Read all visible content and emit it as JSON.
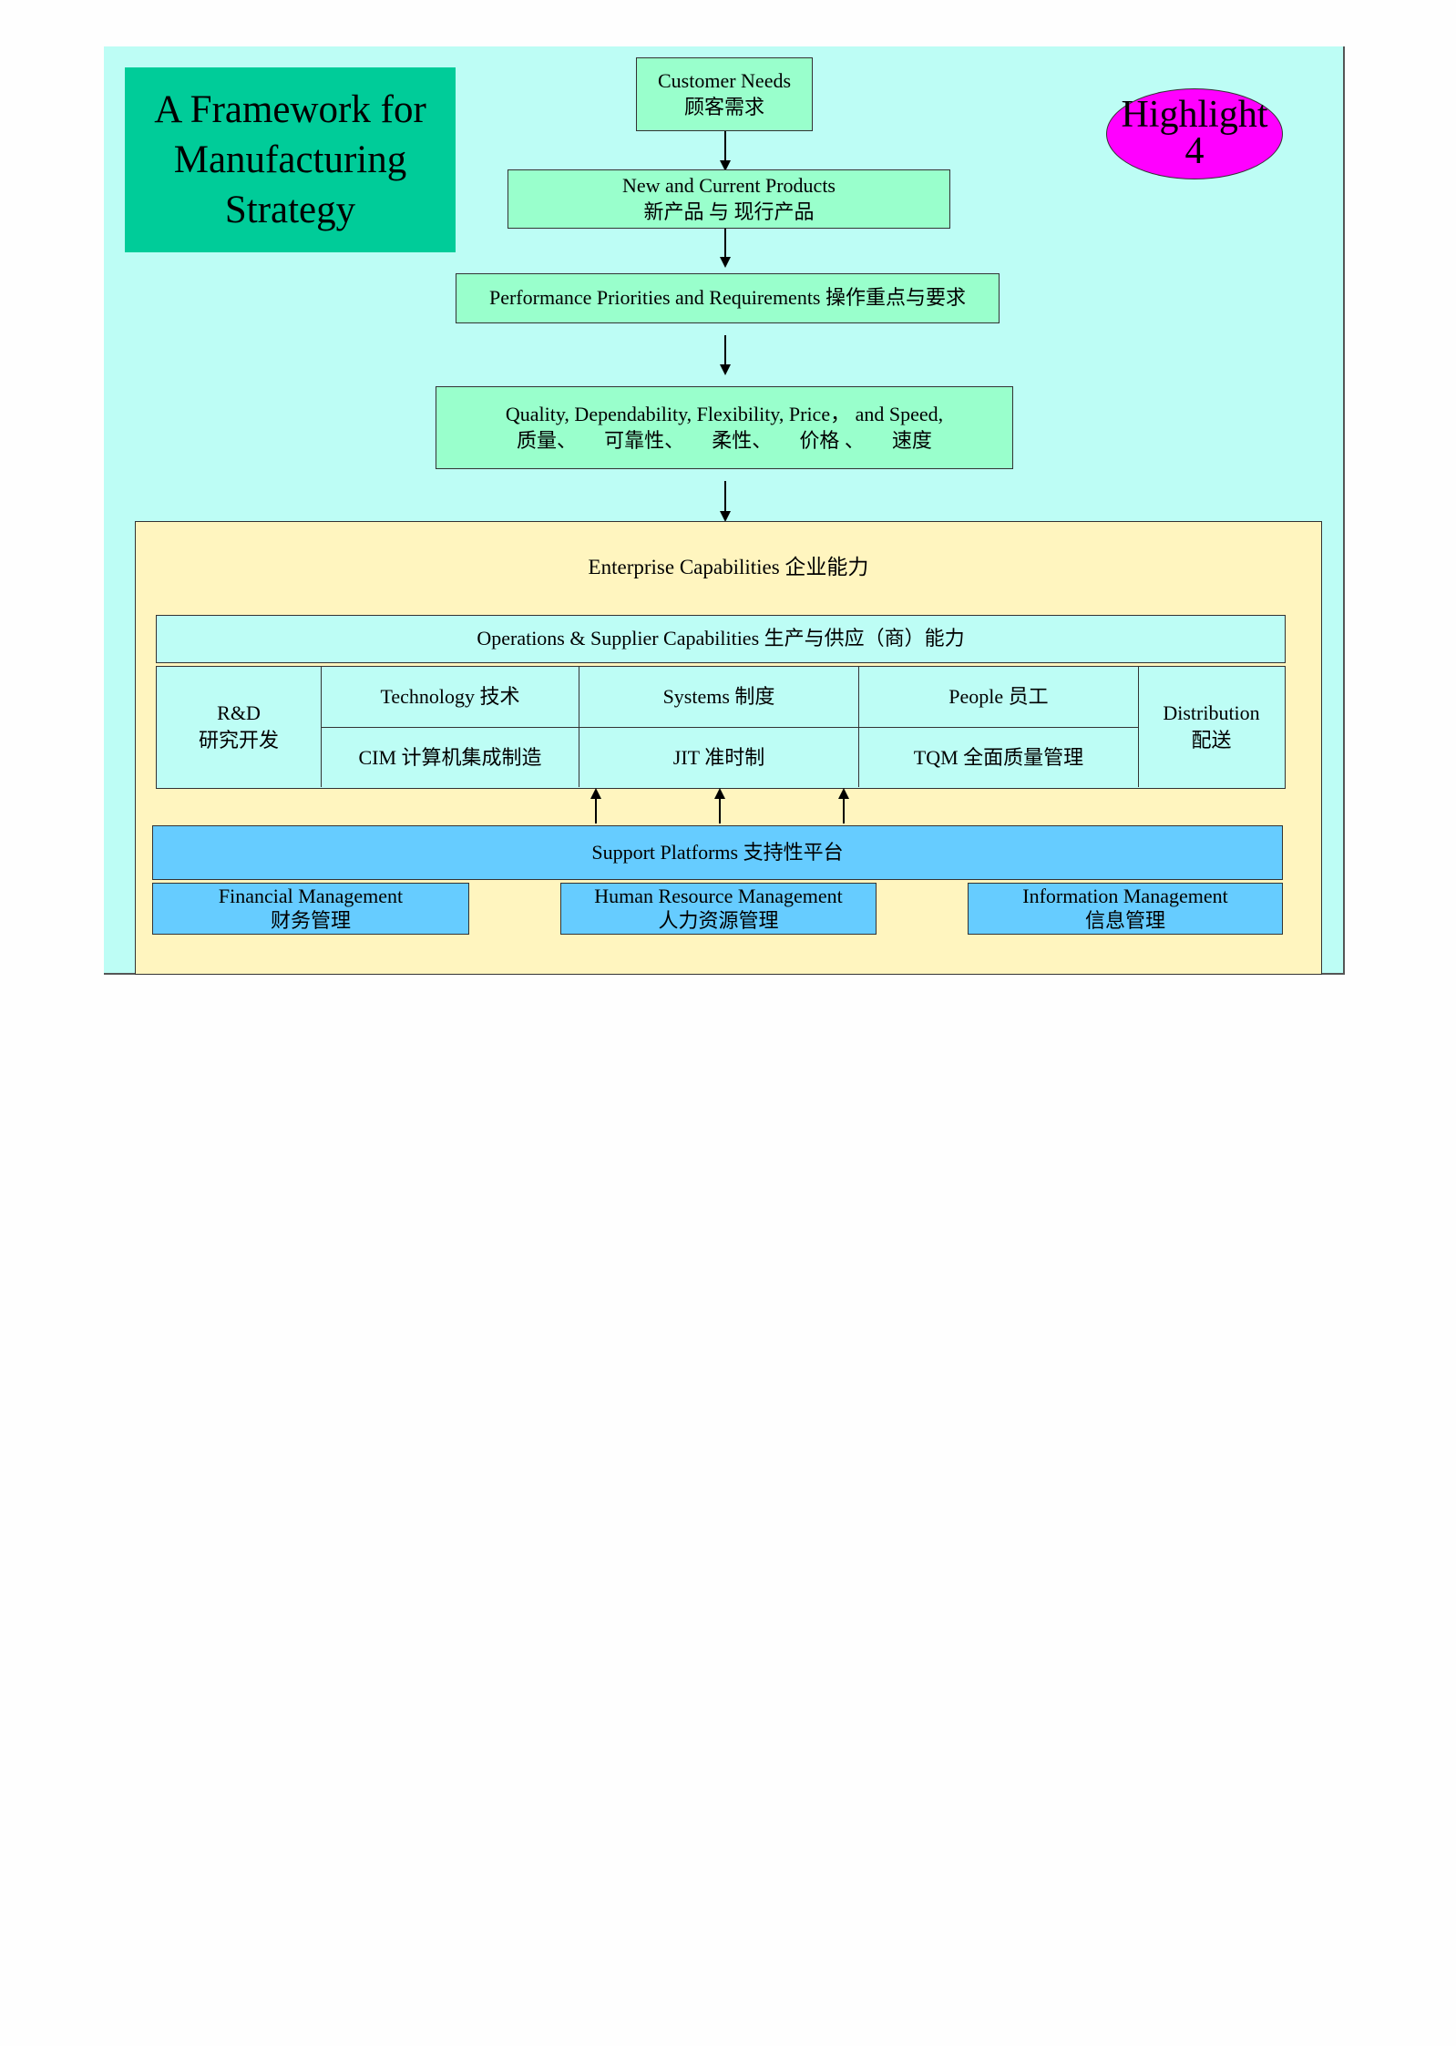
{
  "title": "A Framework for Manufacturing Strategy",
  "title_lines": [
    "A Framework for",
    "Manufacturing",
    "Strategy"
  ],
  "highlight": {
    "label": "Highlight",
    "number": "4"
  },
  "flow": {
    "customer_needs": {
      "en": "Customer Needs",
      "zh": "顾客需求"
    },
    "products": {
      "en": "New and Current Products",
      "zh": "新产品 与  现行产品"
    },
    "performance": {
      "en": "Performance Priorities and Requirements 操作重点与要求"
    },
    "competitive": {
      "en": "Quality, Dependability, Flexibility, Price，  and Speed,",
      "zh": [
        "质量、",
        "可靠性、",
        "柔性、",
        "价格 、",
        "速度"
      ]
    }
  },
  "enterprise": {
    "title": "Enterprise Capabilities 企业能力",
    "operations": "Operations & Supplier Capabilities 生产与供应（商）能力",
    "rd": {
      "en": "R&D",
      "zh": "研究开发"
    },
    "technology": "Technology 技术",
    "systems": "Systems 制度",
    "people": "People 员工",
    "cim": "CIM 计算机集成制造",
    "jit": "JIT 准时制",
    "tqm": "TQM  全面质量管理",
    "distribution": {
      "en": "Distribution",
      "zh": "配送"
    },
    "support": "Support Platforms  支持性平台",
    "financial": {
      "en": "Financial Management",
      "zh": "财务管理"
    },
    "hr": {
      "en": "Human Resource Management",
      "zh": "人力资源管理"
    },
    "info": {
      "en": "Information Management",
      "zh": "信息管理"
    }
  },
  "colors": {
    "background": "#bdfdf5",
    "title": "#00cc99",
    "flow_box": "#99ffcc",
    "highlight": "#ff00ff",
    "enterprise": "#fff5bf",
    "support": "#66ccff"
  }
}
